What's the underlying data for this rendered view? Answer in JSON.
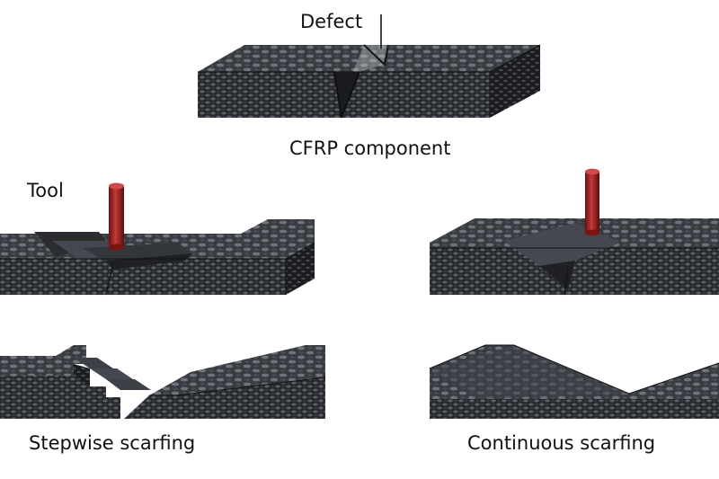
{
  "labels": {
    "defect": "Defect",
    "cfrp_component": "CFRP component",
    "tool": "Tool",
    "stepwise": "Stepwise scarfing",
    "continuous": "Continuous scarfing"
  },
  "colors": {
    "background": "#ffffff",
    "composite_top": "#3a3d42",
    "composite_front": "#2a2c30",
    "composite_side": "#1c1d20",
    "fiber_highlight": "#7c8088",
    "tool": "#9b1c1c",
    "tool_highlight": "#d04a4a"
  },
  "icons": {
    "tool": "red-cylinder-tool",
    "material": "woven-carbon-fiber-block"
  }
}
